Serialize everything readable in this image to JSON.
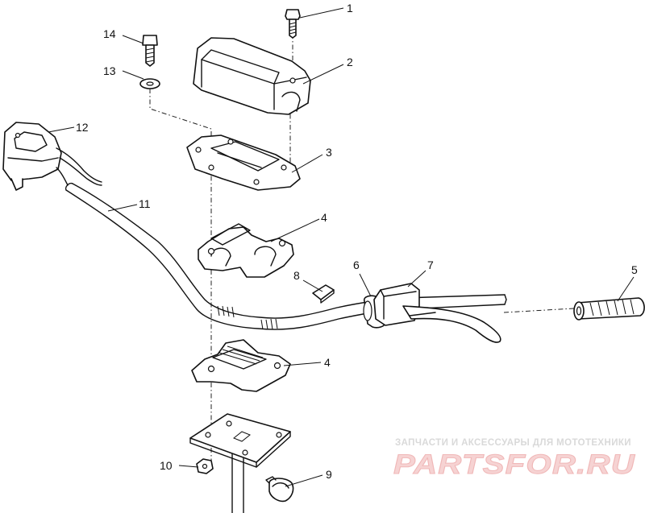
{
  "callouts": {
    "c1": "1",
    "c2": "2",
    "c3": "3",
    "c4a": "4",
    "c4b": "4",
    "c5": "5",
    "c6": "6",
    "c7": "7",
    "c8": "8",
    "c9": "9",
    "c10": "10",
    "c11": "11",
    "c12": "12",
    "c13": "13",
    "c14": "14"
  },
  "watermark": {
    "tagline": "ЗАПЧАСТИ И АКСЕССУАРЫ ДЛЯ МОТОТЕХНИКИ",
    "logo": "PARTSFOR.RU"
  },
  "colors": {
    "ink": "#111111",
    "watermark_tagline": "#d9d9d9",
    "watermark_logo": "#f6d3d3"
  }
}
